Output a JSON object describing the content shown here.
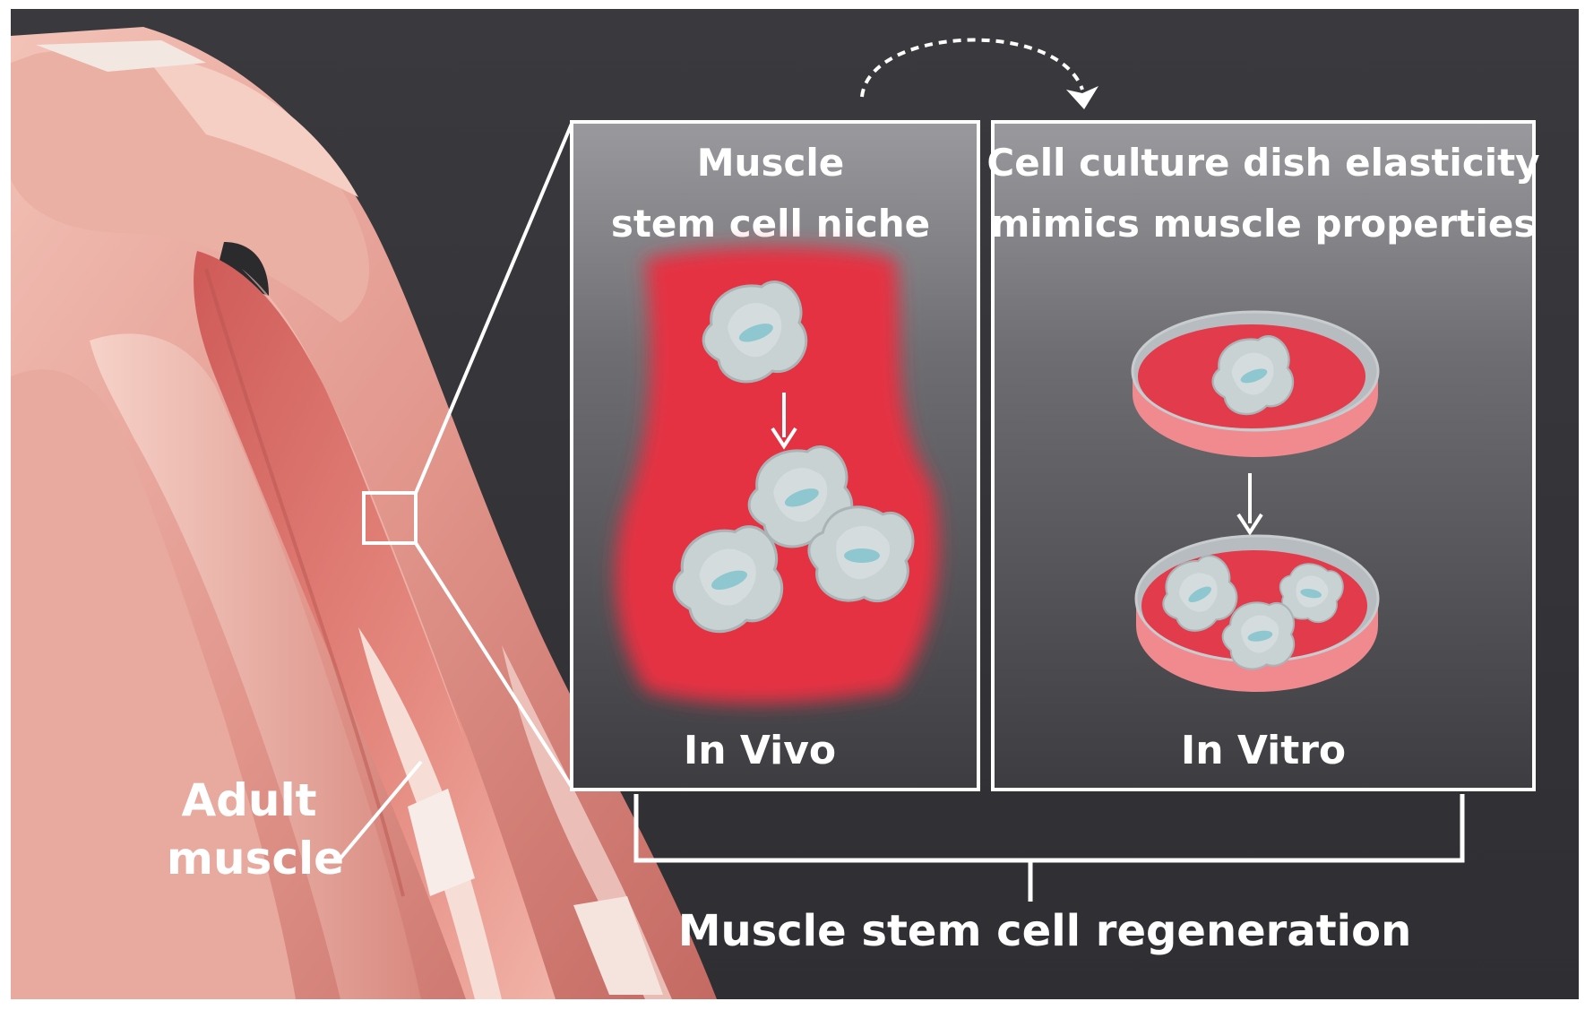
{
  "figure": {
    "arm_label_line1": "Adult",
    "arm_label_line2": "muscle",
    "in_vivo_panel": {
      "title_line1": "Muscle",
      "title_line2": "stem cell niche",
      "caption": "In Vivo"
    },
    "in_vitro_panel": {
      "title_line1": "Cell culture dish elasticity",
      "title_line2": "mimics muscle properties",
      "caption": "In Vitro"
    },
    "bottom_label": "Muscle stem cell regeneration"
  },
  "colors": {
    "background": "#3a3a3d",
    "muscle": "#e09c92",
    "niche_red": "#e8384a",
    "cell": "#c9d3d4",
    "nucleus": "#8fc6cf",
    "panel_border": "#ffffff"
  },
  "icons": [
    "dashed-curved-arrow-icon",
    "down-arrow-icon",
    "petri-dish-icon",
    "stem-cell-icon"
  ]
}
